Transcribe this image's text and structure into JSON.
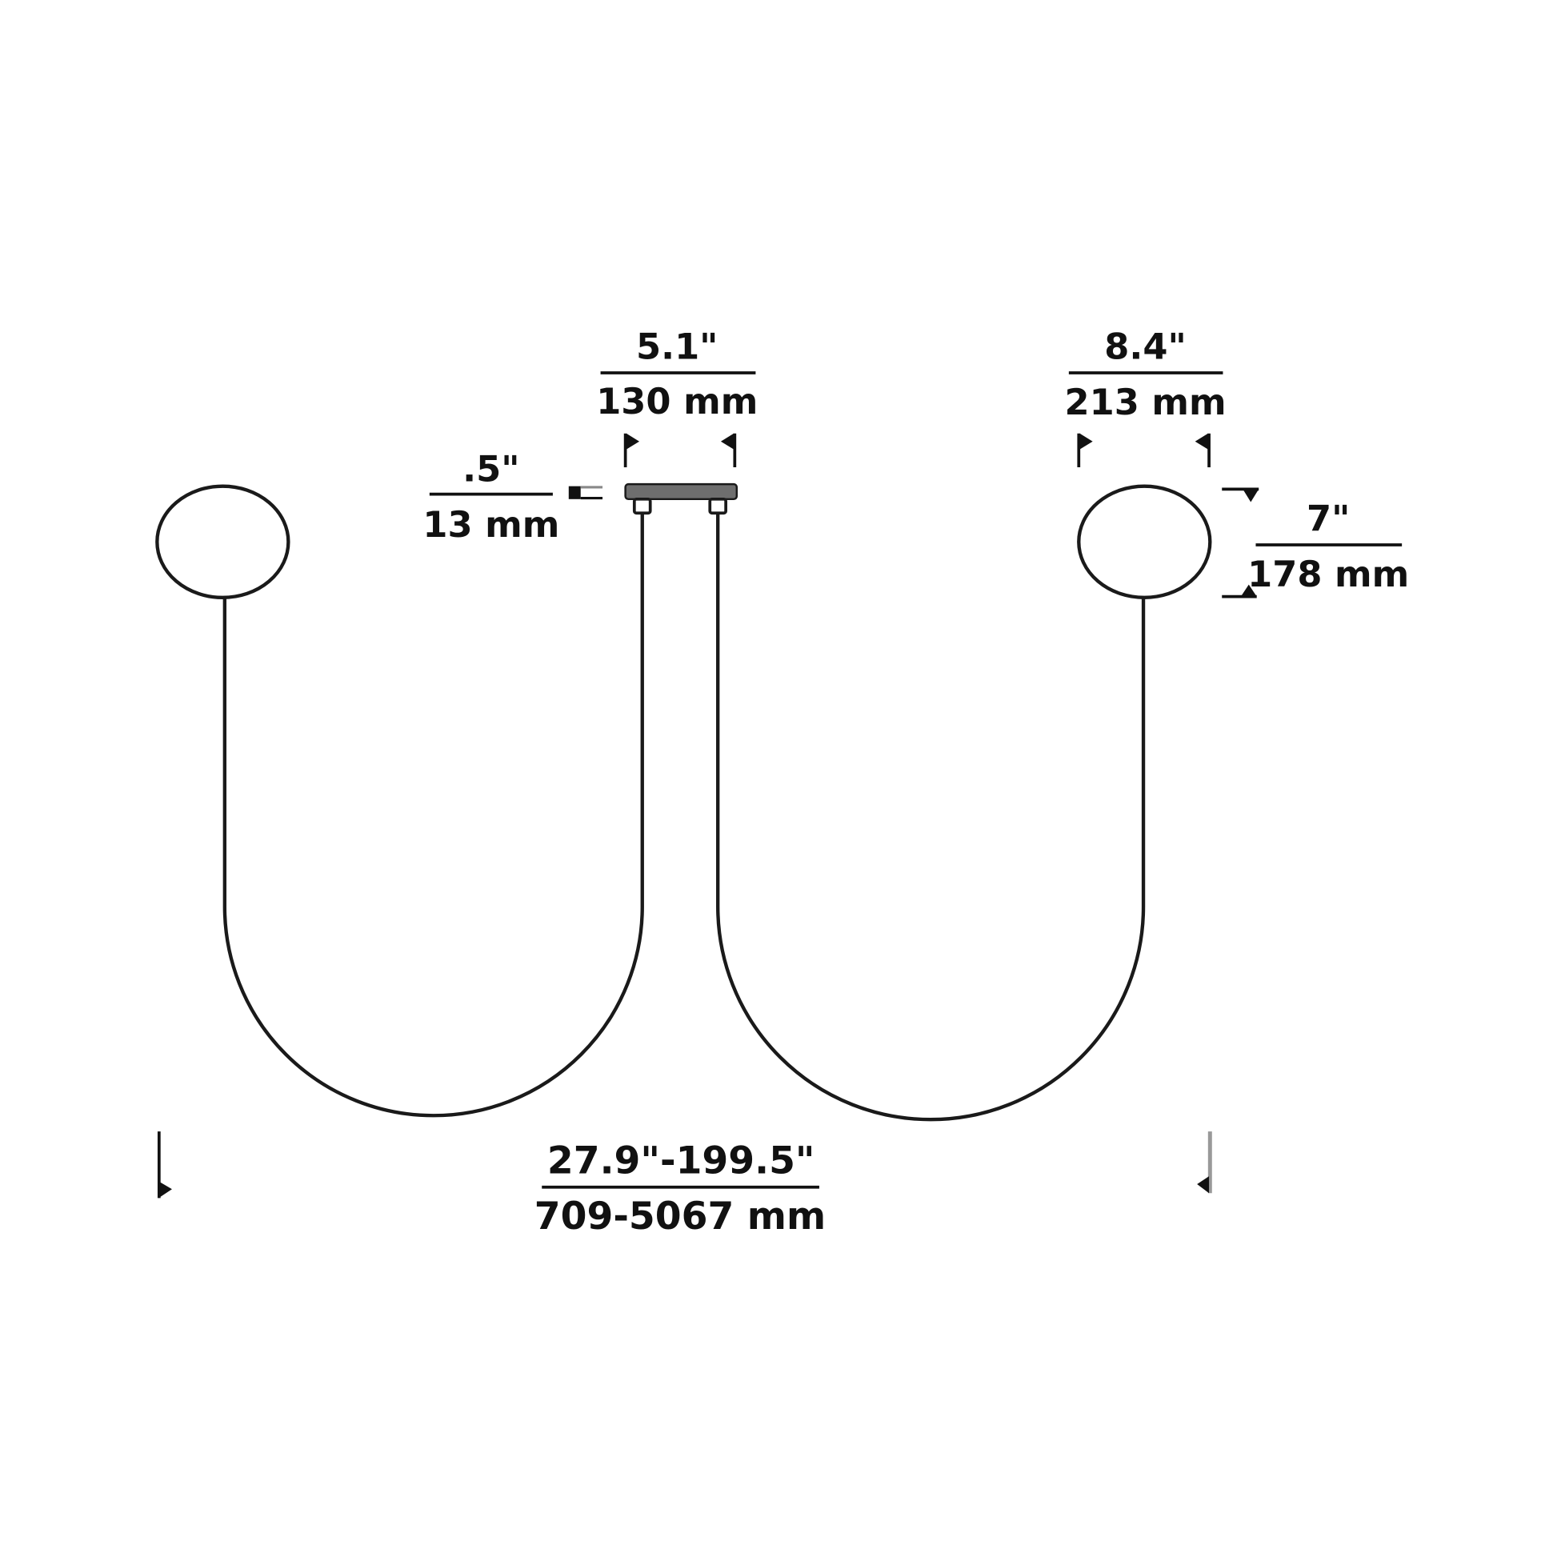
{
  "diagram": {
    "type": "dimension-drawing",
    "subject": "Double U-shaped pendant with two circular end rings and central canopy",
    "colors": {
      "line": "#1a1a1a",
      "canopy": "#6e6e6e",
      "background": "#ffffff"
    },
    "dimensions": {
      "canopy_width": {
        "imperial": "5.1\"",
        "metric": "130 mm"
      },
      "canopy_height": {
        "imperial": ".5\"",
        "metric": "13 mm"
      },
      "ring_width": {
        "imperial": "8.4\"",
        "metric": "213 mm"
      },
      "ring_height": {
        "imperial": "7\"",
        "metric": "178 mm"
      },
      "overall_width": {
        "imperial": "27.9\"-199.5\"",
        "metric": "709-5067 mm"
      }
    }
  }
}
